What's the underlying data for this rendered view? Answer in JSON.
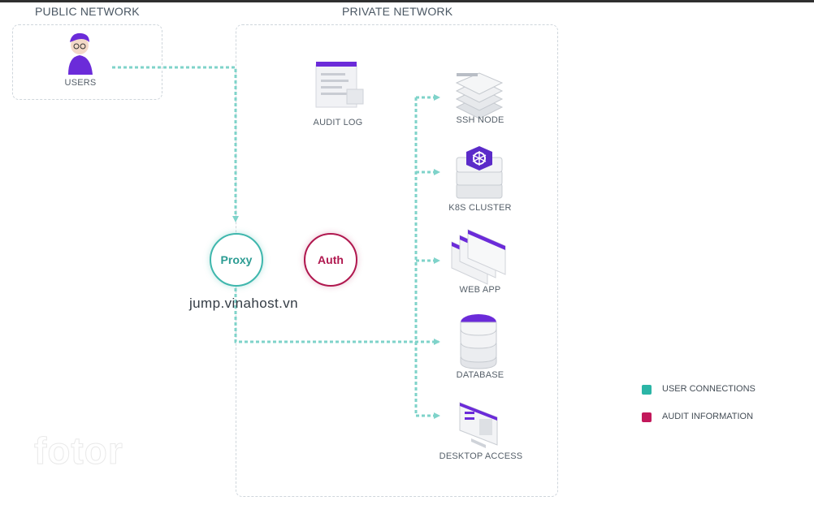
{
  "groups": {
    "public": {
      "title": "PUBLIC NETWORK"
    },
    "private": {
      "title": "PRIVATE NETWORK"
    }
  },
  "nodes": {
    "users": {
      "label": "USERS",
      "icon": "user-icon"
    },
    "audit_log": {
      "label": "AUDIT LOG",
      "icon": "audit-log-icon"
    },
    "ssh_node": {
      "label": "SSH NODE",
      "icon": "server-stack-icon"
    },
    "k8s_cluster": {
      "label": "K8S CLUSTER",
      "icon": "kubernetes-icon"
    },
    "web_app": {
      "label": "WEB APP",
      "icon": "browser-windows-icon"
    },
    "database": {
      "label": "DATABASE",
      "icon": "database-icon"
    },
    "desktop_access": {
      "label": "DESKTOP ACCESS",
      "icon": "desktop-monitor-icon"
    },
    "proxy": {
      "label": "Proxy"
    },
    "auth": {
      "label": "Auth"
    }
  },
  "domain": "jump.vinahost.vn",
  "legend": [
    {
      "label": "USER CONNECTIONS",
      "color": "#2bb5a6"
    },
    {
      "label": "AUDIT INFORMATION",
      "color": "#c2185b"
    }
  ],
  "colors": {
    "connection": "#7fd3ca",
    "accent_purple": "#6b2bd9",
    "icon_gray": "#d9dde2"
  },
  "watermark": "fotor"
}
